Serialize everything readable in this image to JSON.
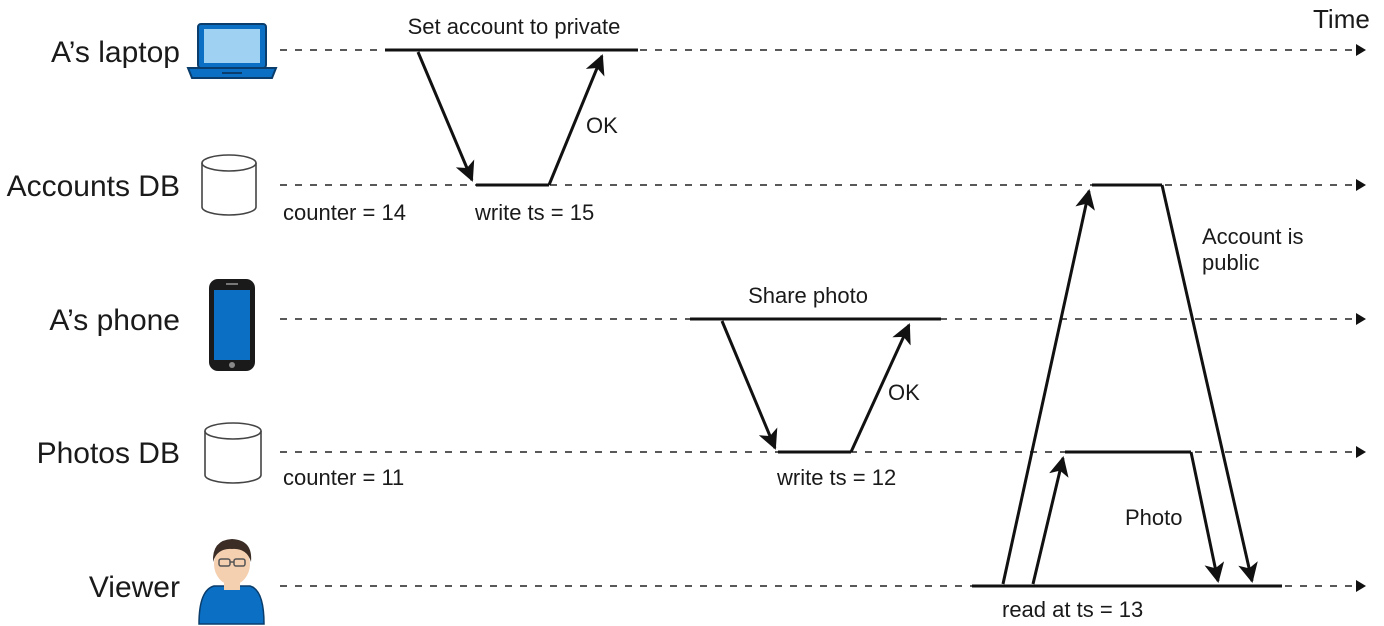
{
  "time_label": "Time",
  "lanes": [
    {
      "id": "laptop",
      "label": "A’s laptop",
      "icon": "laptop-icon"
    },
    {
      "id": "accounts",
      "label": "Accounts DB",
      "icon": "database-icon"
    },
    {
      "id": "phone",
      "label": "A’s phone",
      "icon": "phone-icon"
    },
    {
      "id": "photos",
      "label": "Photos DB",
      "icon": "database-icon"
    },
    {
      "id": "viewer",
      "label": "Viewer",
      "icon": "person-icon"
    }
  ],
  "events": {
    "set_private": "Set account to private",
    "ok_1": "OK",
    "accounts_counter": "counter = 14",
    "accounts_write": "write ts = 15",
    "share_photo": "Share photo",
    "ok_2": "OK",
    "photos_counter": "counter = 11",
    "photos_write": "write ts = 12",
    "account_public_1": "Account is",
    "account_public_2": "public",
    "photo": "Photo",
    "read_at": "read at ts = 13"
  },
  "colors": {
    "accent": "#0b6fc4",
    "line": "#111111",
    "skin": "#f4cfb0",
    "hair": "#3b2d26"
  }
}
